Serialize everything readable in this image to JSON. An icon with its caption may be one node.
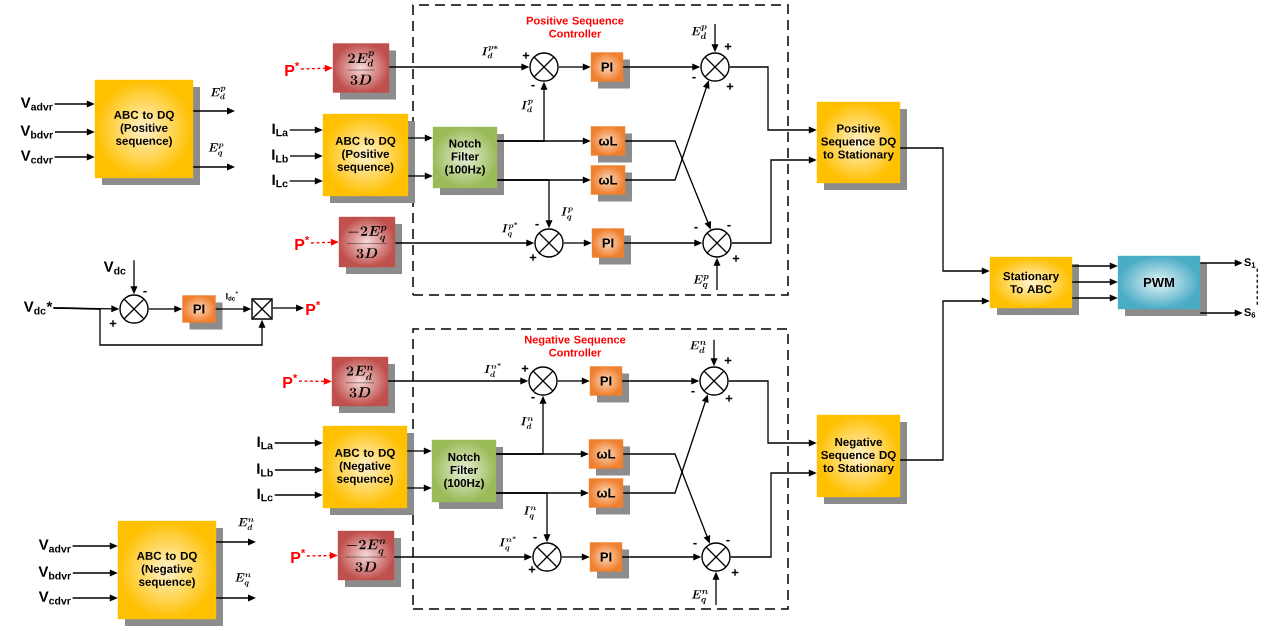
{
  "diagram": {
    "nodes": [
      {
        "text": [
          "V$_{advr}$"
        ]
      },
      {
        "text": [
          "V$_{bdvr}$"
        ]
      },
      {
        "text": [
          "V$_{cdvr}$"
        ]
      },
      {
        "text": [
          "ABC to DQ (Positive sequence)"
        ]
      },
      {
        "text": [
          "V$_{dc}$*"
        ]
      },
      {
        "text": [
          "V$_{dc}$"
        ]
      },
      {
        "text": [],
        "shape": "circle"
      },
      {
        "text": [
          "PI"
        ]
      },
      {
        "text": [],
        "shape": "box"
      },
      {
        "text": [
          "P$^{*}$"
        ]
      },
      {
        "text": [
          "Positive Sequence Controller"
        ]
      },
      {
        "text": [
          "P$^{*}$"
        ]
      },
      {
        "text": [
          "\\frac{2E_d^p}{3D}"
        ]
      },
      {
        "text": [
          "I$_{La}$"
        ]
      },
      {
        "text": [
          "I$_{Lb}$"
        ]
      },
      {
        "text": [
          "I$_{Lc}$"
        ]
      },
      {
        "text": [
          "ABC to DQ (Positive sequence)"
        ]
      },
      {
        "text": [
          "P$^{*}$"
        ]
      },
      {
        "text": [
          "\\frac{-2E_q^p}{3D}"
        ]
      },
      {
        "text": [
          "Notch Filter (100Hz)"
        ],
        "in": 10
      },
      {
        "text": [],
        "shape": "circle",
        "in": 10
      },
      {
        "text": [
          "PI"
        ],
        "in": 10
      },
      {
        "text": [
          "ωL"
        ],
        "in": 10
      },
      {
        "text": [
          "ωL"
        ],
        "in": 10
      },
      {
        "text": [],
        "shape": "circle",
        "in": 10
      },
      {
        "text": [
          "PI"
        ],
        "in": 10
      },
      {
        "text": [],
        "shape": "circle",
        "in": 10
      },
      {
        "text": [],
        "shape": "circle",
        "in": 10
      },
      {
        "text": [
          "E_d^p"
        ],
        "in": 10
      },
      {
        "text": [
          "E_q^p"
        ],
        "in": 10
      },
      {
        "text": [
          "Positive Sequence DQ to Stationary"
        ]
      },
      {
        "text": [
          "Negative Sequence Controller"
        ]
      },
      {
        "text": [
          "P$^{*}$"
        ]
      },
      {
        "text": [
          "\\frac{2E_d^n}{3D}"
        ]
      },
      {
        "text": [
          "I$_{La}$"
        ]
      },
      {
        "text": [
          "I$_{Lb}$"
        ]
      },
      {
        "text": [
          "I$_{Lc}$"
        ]
      },
      {
        "text": [
          "ABC to DQ (Negative sequence)"
        ]
      },
      {
        "text": [
          "P$^{*}$"
        ]
      },
      {
        "text": [
          "\\frac{-2E_q^n}{3D}"
        ]
      },
      {
        "text": [
          "Notch Filter (100Hz)"
        ],
        "in": 31
      },
      {
        "text": [],
        "shape": "circle",
        "in": 31
      },
      {
        "text": [
          "PI"
        ],
        "in": 31
      },
      {
        "text": [
          "ωL"
        ],
        "in": 31
      },
      {
        "text": [
          "ωL"
        ],
        "in": 31
      },
      {
        "text": [],
        "shape": "circle",
        "in": 31
      },
      {
        "text": [
          "PI"
        ],
        "in": 31
      },
      {
        "text": [],
        "shape": "circle",
        "in": 31
      },
      {
        "text": [],
        "shape": "circle",
        "in": 31
      },
      {
        "text": [
          "E_d^n"
        ],
        "in": 31
      },
      {
        "text": [
          "E_q^n"
        ],
        "in": 31
      },
      {
        "text": [
          "Negative Sequence DQ to Stationary"
        ]
      },
      {
        "text": [
          "V$_{advr}$"
        ]
      },
      {
        "text": [
          "V$_{bdvr}$"
        ]
      },
      {
        "text": [
          "V$_{cdvr}$"
        ]
      },
      {
        "text": [
          "ABC to DQ (Negative sequence)"
        ]
      },
      {
        "text": [
          "Stationary To ABC"
        ]
      },
      {
        "text": [
          "PWM"
        ]
      },
      {
        "text": [
          "S$_{1}$"
        ]
      },
      {
        "text": [
          "S$_{6}$"
        ]
      }
    ],
    "edges": [
      {
        "from": 0,
        "to": 3,
        "arrow": "to"
      },
      {
        "from": 1,
        "to": 3,
        "arrow": "to"
      },
      {
        "from": 2,
        "to": 3,
        "arrow": "to"
      },
      {
        "from": 3,
        "to": null,
        "arrow": "to",
        "label": "E_d^p"
      },
      {
        "from": 3,
        "to": null,
        "arrow": "to",
        "label": "E_q^p"
      },
      {
        "from": 4,
        "to": 6,
        "arrow": "to"
      },
      {
        "from": 5,
        "to": 6,
        "arrow": "to"
      },
      {
        "from": 6,
        "to": 7,
        "arrow": "to"
      },
      {
        "from": 7,
        "to": 8,
        "arrow": "to",
        "label": "I$_{dc}$$^{*}$"
      },
      {
        "from": 8,
        "to": 9,
        "arrow": "to"
      },
      {
        "from": 4,
        "to": 8,
        "arrow": "to"
      },
      {
        "from": 11,
        "to": 12,
        "arrow": "to",
        "style": "dashed",
        "color": "#ff0000"
      },
      {
        "from": 12,
        "to": 20,
        "arrow": "to",
        "label": "I_d^{p*}"
      },
      {
        "from": 13,
        "to": 16,
        "arrow": "to"
      },
      {
        "from": 14,
        "to": 16,
        "arrow": "to"
      },
      {
        "from": 15,
        "to": 16,
        "arrow": "to"
      },
      {
        "from": 16,
        "to": 19,
        "arrow": "to"
      },
      {
        "from": 16,
        "to": 19,
        "arrow": "to"
      },
      {
        "from": 17,
        "to": 18,
        "arrow": "to",
        "style": "dashed",
        "color": "#ff0000"
      },
      {
        "from": 18,
        "to": 24,
        "arrow": "to",
        "label": "I_q^{p^*}"
      },
      {
        "from": 19,
        "to": 22,
        "arrow": "to"
      },
      {
        "from": 19,
        "to": 20,
        "arrow": "to",
        "label": "I_d^p"
      },
      {
        "from": 19,
        "to": 23,
        "arrow": "to"
      },
      {
        "from": 19,
        "to": 24,
        "arrow": "to",
        "label": "I_q^p"
      },
      {
        "from": 20,
        "to": 21,
        "arrow": "to"
      },
      {
        "from": 24,
        "to": 25,
        "arrow": "to"
      },
      {
        "from": 21,
        "to": 26,
        "arrow": "to"
      },
      {
        "from": 25,
        "to": 27,
        "arrow": "to"
      },
      {
        "from": 22,
        "to": 27,
        "arrow": "to"
      },
      {
        "from": 23,
        "to": 26,
        "arrow": "to"
      },
      {
        "from": 28,
        "to": 26,
        "arrow": "to"
      },
      {
        "from": 29,
        "to": 27,
        "arrow": "to"
      },
      {
        "from": 26,
        "to": 30,
        "arrow": "to"
      },
      {
        "from": 27,
        "to": 30,
        "arrow": "to"
      },
      {
        "from": 32,
        "to": 33,
        "arrow": "to",
        "style": "dashed",
        "color": "#ff0000"
      },
      {
        "from": 33,
        "to": 41,
        "arrow": "to",
        "label": "I_d^{n^*}"
      },
      {
        "from": 34,
        "to": 37,
        "arrow": "to"
      },
      {
        "from": 35,
        "to": 37,
        "arrow": "to"
      },
      {
        "from": 36,
        "to": 37,
        "arrow": "to"
      },
      {
        "from": 37,
        "to": 40,
        "arrow": "to"
      },
      {
        "from": 37,
        "to": 40,
        "arrow": "to"
      },
      {
        "from": 38,
        "to": 39,
        "arrow": "to",
        "style": "dashed",
        "color": "#ff0000"
      },
      {
        "from": 39,
        "to": 45,
        "arrow": "to",
        "label": "I_q^{n^*}"
      },
      {
        "from": 40,
        "to": 43,
        "arrow": "to"
      },
      {
        "from": 40,
        "to": 41,
        "arrow": "to",
        "label": "I_d^n"
      },
      {
        "from": 40,
        "to": 44,
        "arrow": "to"
      },
      {
        "from": 40,
        "to": 45,
        "arrow": "to",
        "label": "I_q^n"
      },
      {
        "from": 41,
        "to": 42,
        "arrow": "to"
      },
      {
        "from": 45,
        "to": 46,
        "arrow": "to"
      },
      {
        "from": 42,
        "to": 47,
        "arrow": "to"
      },
      {
        "from": 46,
        "to": 48,
        "arrow": "to"
      },
      {
        "from": 43,
        "to": 48,
        "arrow": "to"
      },
      {
        "from": 44,
        "to": 47,
        "arrow": "to"
      },
      {
        "from": 49,
        "to": 47,
        "arrow": "to"
      },
      {
        "from": 50,
        "to": 48,
        "arrow": "to"
      },
      {
        "from": 47,
        "to": 51,
        "arrow": "to"
      },
      {
        "from": 48,
        "to": 51,
        "arrow": "to"
      },
      {
        "from": 52,
        "to": 55,
        "arrow": "to"
      },
      {
        "from": 53,
        "to": 55,
        "arrow": "to"
      },
      {
        "from": 54,
        "to": 55,
        "arrow": "to"
      },
      {
        "from": 55,
        "to": null,
        "arrow": "to",
        "label": "E_d^n"
      },
      {
        "from": 55,
        "to": null,
        "arrow": "to",
        "label": "E_q^n"
      },
      {
        "from": 30,
        "to": 56,
        "arrow": "to"
      },
      {
        "from": 51,
        "to": 56,
        "arrow": "to"
      },
      {
        "from": 56,
        "to": 57,
        "arrow": "to"
      },
      {
        "from": 56,
        "to": 57,
        "arrow": "to"
      },
      {
        "from": 56,
        "to": 57,
        "arrow": "to"
      },
      {
        "from": 57,
        "to": 58,
        "arrow": "to"
      },
      {
        "from": 57,
        "to": 59,
        "arrow": "to"
      },
      {
        "from": 58,
        "to": 59,
        "arrow": "none",
        "style": "dashed"
      }
    ],
    "labels": [
      "+",
      "-",
      "-",
      "+",
      "+",
      "-",
      "+",
      "-",
      "-",
      "+",
      "-",
      "+",
      "+",
      "-",
      "-",
      "+",
      "+",
      "-",
      "+",
      "-",
      "-",
      "+"
    ]
  }
}
